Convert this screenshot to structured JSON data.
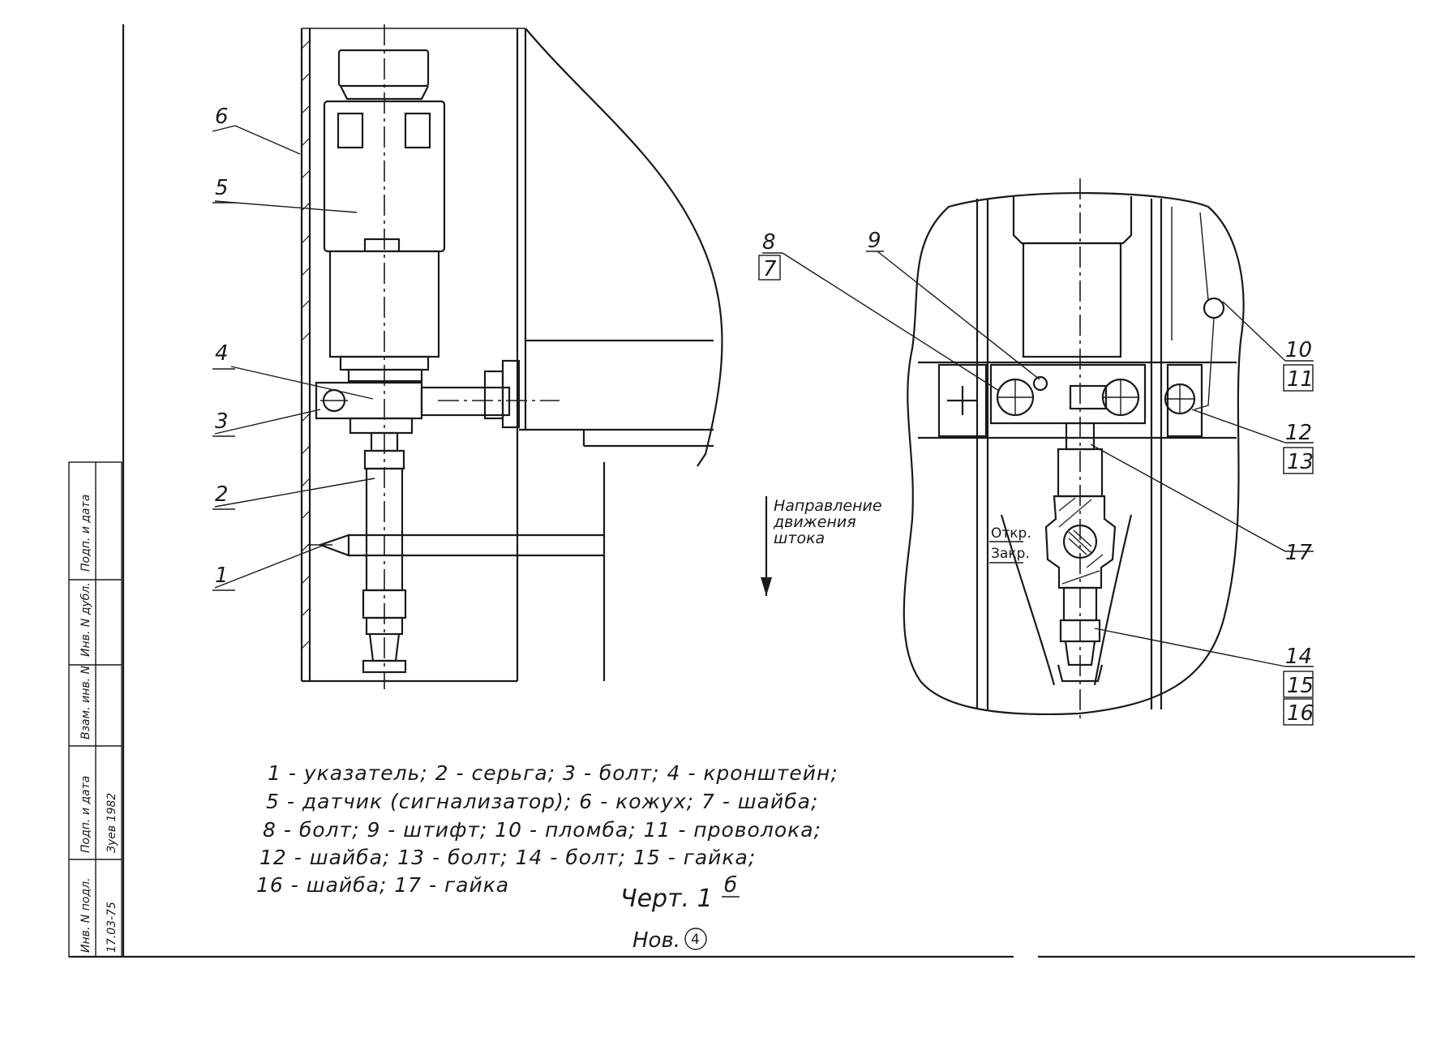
{
  "callouts": {
    "c1": "1",
    "c2": "2",
    "c3": "3",
    "c4": "4",
    "c5": "5",
    "c6": "6",
    "c7": "7",
    "c8": "8",
    "c9": "9",
    "c10": "10",
    "c11": "11",
    "c12": "12",
    "c13": "13",
    "c14": "14",
    "c15": "15",
    "c16": "16",
    "c17": "17"
  },
  "direction_label": {
    "line1": "Направление",
    "line2": "движения",
    "line3": "штока"
  },
  "position_labels": {
    "open": "Откр.",
    "closed": "Закр."
  },
  "legend": {
    "line1": "1 - указатель; 2 - серьга; 3 - болт; 4 - кронштейн;",
    "line2": "5 - датчик (сигнализатор); 6 - кожух; 7 - шайба;",
    "line3": "8 - болт; 9 - штифт; 10 - пломба; 11 - проволока;",
    "line4": "12 - шайба; 13 - болт; 14 - болт; 15 - гайка;",
    "line5": "16 - шайба; 17 - гайка"
  },
  "caption": {
    "drawing_ref": "Черт. 1",
    "drawing_sup": "б",
    "revision": "Нов.",
    "revision_num": "4"
  },
  "stamp": {
    "col1": "Подп. и дата",
    "col2": "Инв. N дубл.",
    "col3": "Взам. инв. N",
    "col4": "Подп. и дата",
    "col5": "Инв. N подл.",
    "sign_date": "Зуев 1982",
    "inv_value": "17.03-75"
  }
}
